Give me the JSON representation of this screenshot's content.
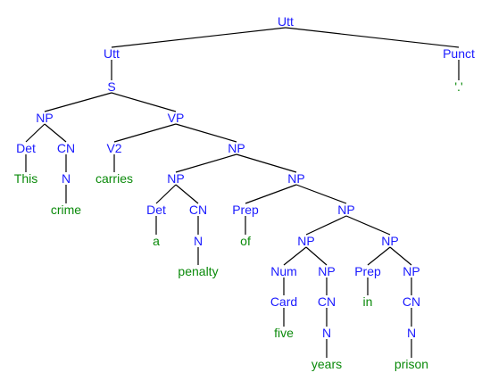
{
  "colors": {
    "category": "#1a1aff",
    "word": "#0a8a0a",
    "edge": "#000000"
  },
  "nodes": [
    {
      "id": "n0",
      "label": "Utt",
      "kind": "cat"
    },
    {
      "id": "n1",
      "label": "Utt",
      "kind": "cat"
    },
    {
      "id": "n2",
      "label": "Punct",
      "kind": "cat"
    },
    {
      "id": "n3",
      "label": "'.'",
      "kind": "word"
    },
    {
      "id": "n4",
      "label": "S",
      "kind": "cat"
    },
    {
      "id": "n5",
      "label": "NP",
      "kind": "cat"
    },
    {
      "id": "n6",
      "label": "VP",
      "kind": "cat"
    },
    {
      "id": "n7",
      "label": "Det",
      "kind": "cat"
    },
    {
      "id": "n8",
      "label": "CN",
      "kind": "cat"
    },
    {
      "id": "n9",
      "label": "This",
      "kind": "word"
    },
    {
      "id": "n10",
      "label": "N",
      "kind": "cat"
    },
    {
      "id": "n11",
      "label": "crime",
      "kind": "word"
    },
    {
      "id": "n12",
      "label": "V2",
      "kind": "cat"
    },
    {
      "id": "n13",
      "label": "carries",
      "kind": "word"
    },
    {
      "id": "n14",
      "label": "NP",
      "kind": "cat"
    },
    {
      "id": "n15",
      "label": "NP",
      "kind": "cat"
    },
    {
      "id": "n16",
      "label": "NP",
      "kind": "cat"
    },
    {
      "id": "n17",
      "label": "Det",
      "kind": "cat"
    },
    {
      "id": "n18",
      "label": "CN",
      "kind": "cat"
    },
    {
      "id": "n19",
      "label": "a",
      "kind": "word"
    },
    {
      "id": "n20",
      "label": "N",
      "kind": "cat"
    },
    {
      "id": "n21",
      "label": "penalty",
      "kind": "word"
    },
    {
      "id": "n22",
      "label": "Prep",
      "kind": "cat"
    },
    {
      "id": "n23",
      "label": "NP",
      "kind": "cat"
    },
    {
      "id": "n24",
      "label": "of",
      "kind": "word"
    },
    {
      "id": "n25",
      "label": "NP",
      "kind": "cat"
    },
    {
      "id": "n26",
      "label": "NP",
      "kind": "cat"
    },
    {
      "id": "n27",
      "label": "Num",
      "kind": "cat"
    },
    {
      "id": "n28",
      "label": "NP",
      "kind": "cat"
    },
    {
      "id": "n29",
      "label": "Card",
      "kind": "cat"
    },
    {
      "id": "n30",
      "label": "five",
      "kind": "word"
    },
    {
      "id": "n31",
      "label": "CN",
      "kind": "cat"
    },
    {
      "id": "n32",
      "label": "N",
      "kind": "cat"
    },
    {
      "id": "n33",
      "label": "years",
      "kind": "word"
    },
    {
      "id": "n34",
      "label": "Prep",
      "kind": "cat"
    },
    {
      "id": "n35",
      "label": "NP",
      "kind": "cat"
    },
    {
      "id": "n36",
      "label": "in",
      "kind": "word"
    },
    {
      "id": "n37",
      "label": "CN",
      "kind": "cat"
    },
    {
      "id": "n38",
      "label": "N",
      "kind": "cat"
    },
    {
      "id": "n39",
      "label": "prison",
      "kind": "word"
    }
  ],
  "edges": [
    [
      "n0",
      "n1"
    ],
    [
      "n0",
      "n2"
    ],
    [
      "n2",
      "n3"
    ],
    [
      "n1",
      "n4"
    ],
    [
      "n4",
      "n5"
    ],
    [
      "n4",
      "n6"
    ],
    [
      "n5",
      "n7"
    ],
    [
      "n5",
      "n8"
    ],
    [
      "n7",
      "n9"
    ],
    [
      "n8",
      "n10"
    ],
    [
      "n10",
      "n11"
    ],
    [
      "n6",
      "n12"
    ],
    [
      "n6",
      "n14"
    ],
    [
      "n12",
      "n13"
    ],
    [
      "n14",
      "n15"
    ],
    [
      "n14",
      "n16"
    ],
    [
      "n15",
      "n17"
    ],
    [
      "n15",
      "n18"
    ],
    [
      "n17",
      "n19"
    ],
    [
      "n18",
      "n20"
    ],
    [
      "n20",
      "n21"
    ],
    [
      "n16",
      "n22"
    ],
    [
      "n16",
      "n23"
    ],
    [
      "n22",
      "n24"
    ],
    [
      "n23",
      "n25"
    ],
    [
      "n23",
      "n26"
    ],
    [
      "n25",
      "n27"
    ],
    [
      "n25",
      "n28"
    ],
    [
      "n27",
      "n29"
    ],
    [
      "n29",
      "n30"
    ],
    [
      "n28",
      "n31"
    ],
    [
      "n31",
      "n32"
    ],
    [
      "n32",
      "n33"
    ],
    [
      "n26",
      "n34"
    ],
    [
      "n26",
      "n35"
    ],
    [
      "n34",
      "n36"
    ],
    [
      "n35",
      "n37"
    ],
    [
      "n37",
      "n38"
    ],
    [
      "n38",
      "n39"
    ]
  ]
}
